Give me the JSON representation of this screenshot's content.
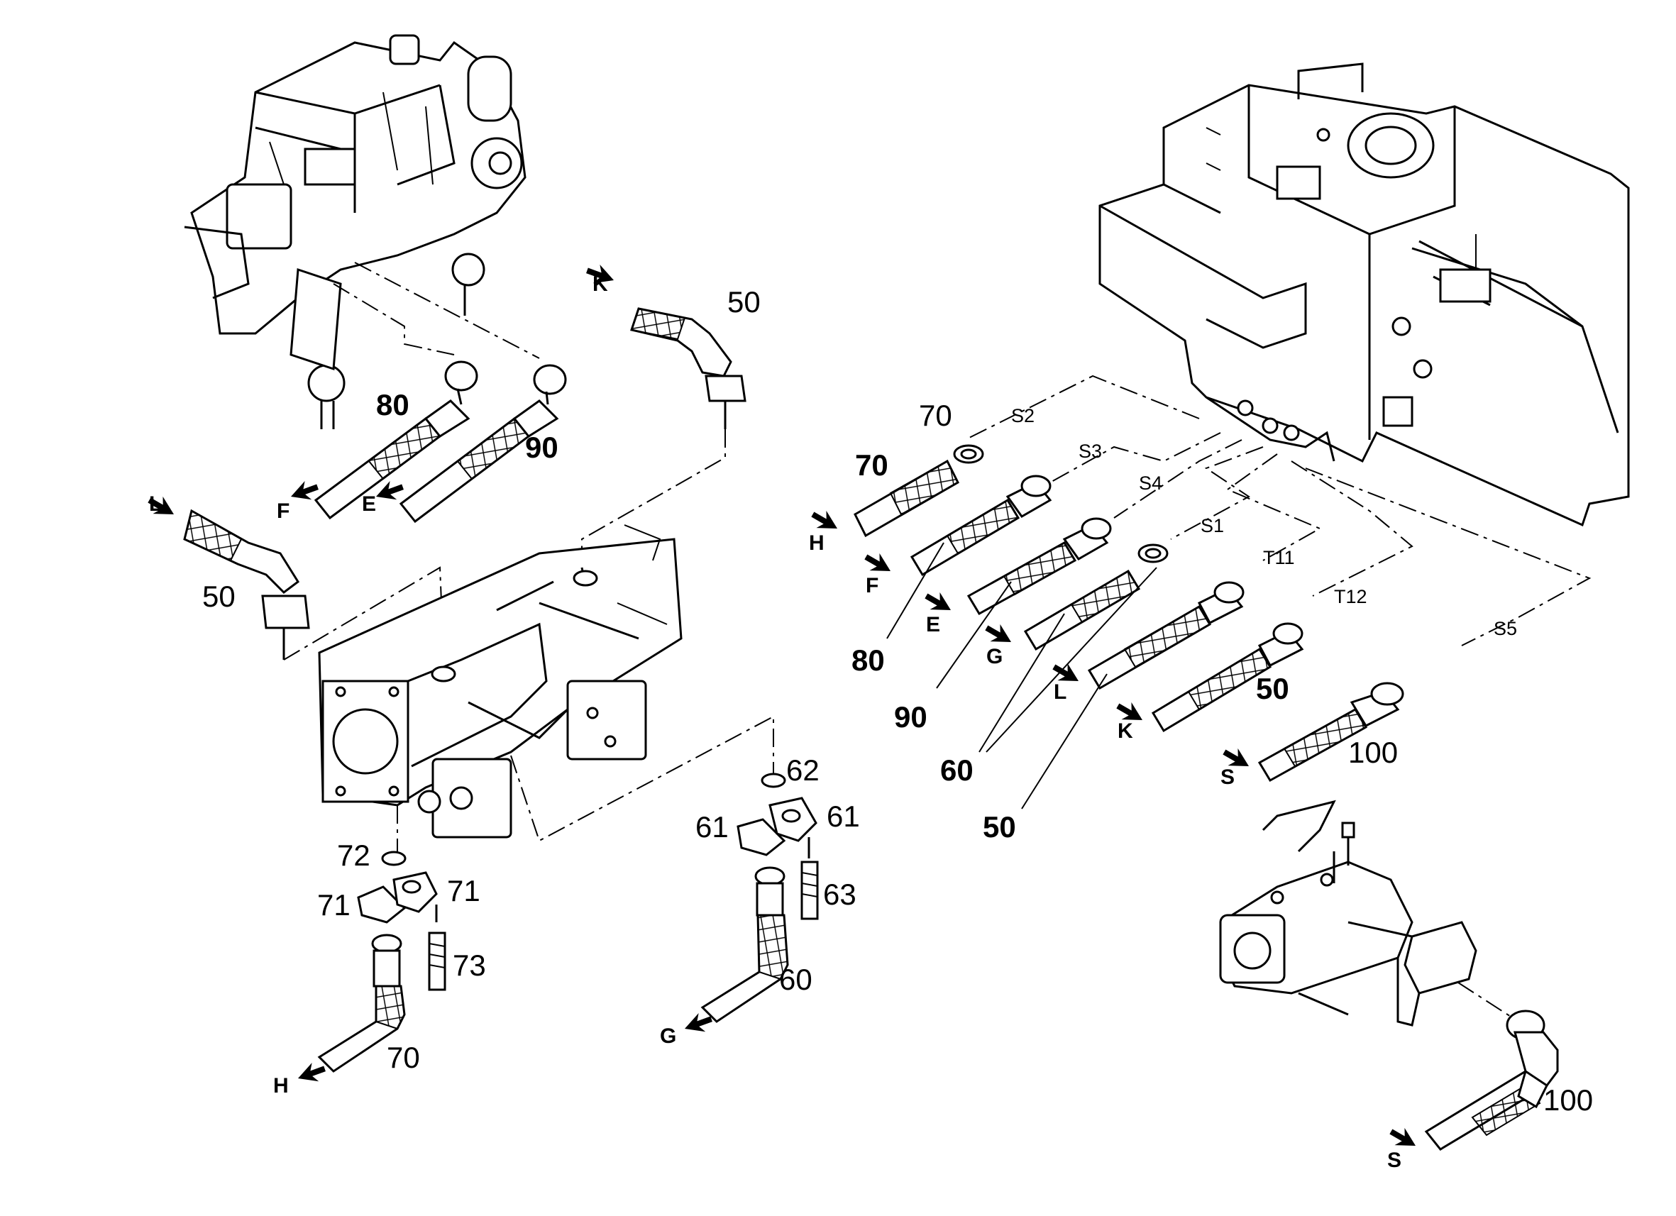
{
  "callouts": {
    "c80_top": "80",
    "c90_top": "90",
    "c50_k_top": "50",
    "c50_l_left": "50",
    "c72": "72",
    "c71_left": "71",
    "c71_right": "71",
    "c73": "73",
    "c70_bottom": "70",
    "c62": "62",
    "c61_left": "61",
    "c61_right": "61",
    "c63": "63",
    "c60_bottom": "60",
    "c70_clamp": "70",
    "c70_hose": "70",
    "c80_right": "80",
    "c90_right": "90",
    "c60_right": "60",
    "c50_right_k": "50",
    "c50_right_l": "50",
    "c100_right": "100",
    "c100_bottom": "100"
  },
  "connection_letters": {
    "K_top": "K",
    "L_left": "L",
    "F_top": "F",
    "E_top": "E",
    "H_bottom": "H",
    "G_bottom": "G",
    "H_right": "H",
    "F_right": "F",
    "E_right": "E",
    "G_right": "G",
    "L_right": "L",
    "K_right": "K",
    "S_right": "S",
    "S_bottom": "S"
  },
  "port_labels": {
    "S2": "S2",
    "S3": "S3",
    "S4": "S4",
    "S1": "S1",
    "T11": "T11",
    "T12": "T12",
    "S5": "S5"
  }
}
